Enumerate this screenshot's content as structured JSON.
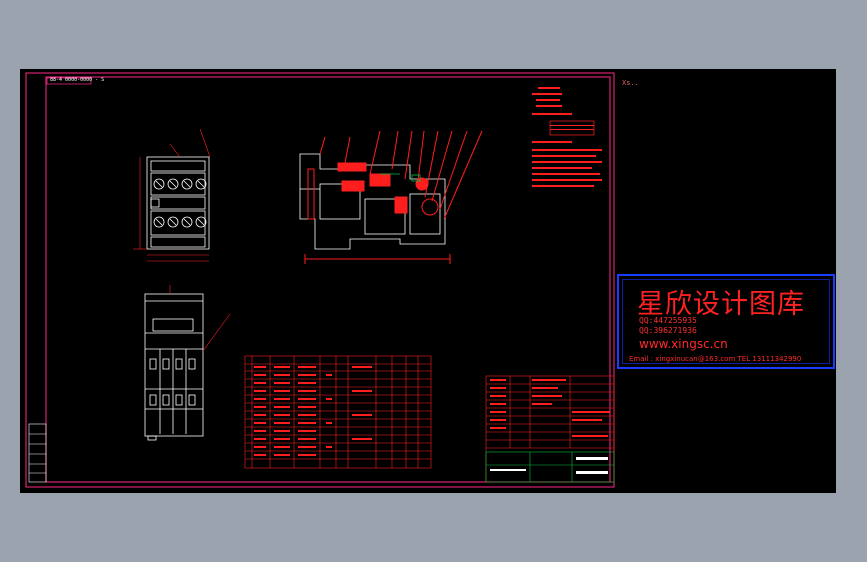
{
  "corner_tag": "88-4 0000-0000 - S",
  "top_note": "Xs..",
  "watermark": {
    "title": "星欣设计图库",
    "qq1": "QQ:447255935",
    "qq2": "QQ:396271936",
    "site": "www.xingsc.cn",
    "contact": "Email : xingxinucan@163.com  TEL 13111342990"
  },
  "colors": {
    "background": "#000000",
    "frame": "#ff2a8a",
    "red": "#ff1e1e",
    "white": "#ffffff",
    "green": "#00c040",
    "watermark_border": "#1a3cff"
  }
}
